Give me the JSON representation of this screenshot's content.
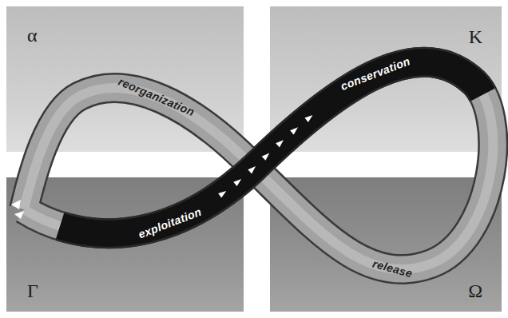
{
  "diagram": {
    "nodes": [
      {
        "text": [
          "α"
        ]
      },
      {
        "text": [
          "K"
        ]
      },
      {
        "text": [
          "Γ"
        ]
      },
      {
        "text": [
          "Ω"
        ]
      }
    ],
    "labels": [
      "conservation",
      "reorganization",
      "exploitation",
      "release"
    ]
  }
}
